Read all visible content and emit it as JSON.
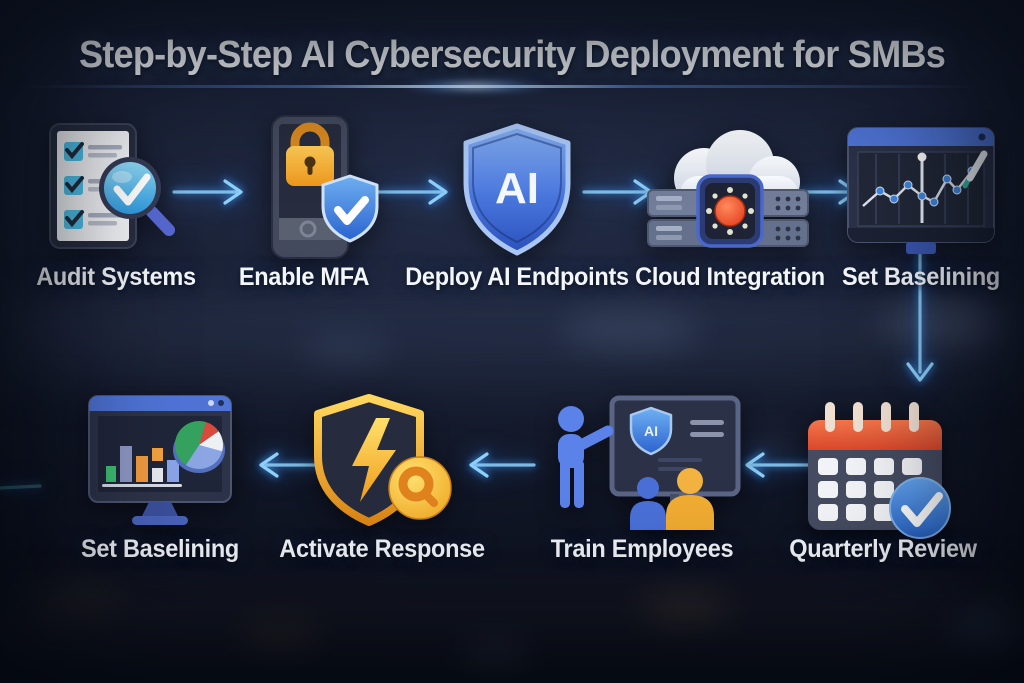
{
  "title": "Step-by-Step AI Cybersecurity Deployment for SMBs",
  "steps": [
    {
      "id": "audit-systems",
      "label": "Audit Systems",
      "icon": "checklist-magnifier-icon",
      "row": "top"
    },
    {
      "id": "enable-mfa",
      "label": "Enable MFA",
      "icon": "phone-lock-shield-icon",
      "row": "top"
    },
    {
      "id": "deploy-ai-endpoints",
      "label": "Deploy AI Endpoints",
      "icon": "ai-shield-icon",
      "row": "top"
    },
    {
      "id": "cloud-integration",
      "label": "Cloud Integration",
      "icon": "cloud-servers-icon",
      "row": "top"
    },
    {
      "id": "set-baselining-top",
      "label": "Set Baselining",
      "icon": "monitor-line-chart-icon",
      "row": "top"
    },
    {
      "id": "quarterly-review",
      "label": "Quarterly Review",
      "icon": "calendar-check-icon",
      "row": "bottom"
    },
    {
      "id": "train-employees",
      "label": "Train Employees",
      "icon": "training-presentation-icon",
      "row": "bottom"
    },
    {
      "id": "activate-response",
      "label": "Activate Response",
      "icon": "shield-lightning-icon",
      "row": "bottom"
    },
    {
      "id": "set-baselining-bottom",
      "label": "Set Baselining",
      "icon": "monitor-charts-icon",
      "row": "bottom"
    }
  ],
  "shield_badge_text": "AI",
  "flow": {
    "connections": [
      {
        "from": "Audit Systems",
        "to": "Enable MFA",
        "direction": "right"
      },
      {
        "from": "Enable MFA",
        "to": "Deploy AI Endpoints",
        "direction": "right"
      },
      {
        "from": "Deploy AI Endpoints",
        "to": "Cloud Integration",
        "direction": "right"
      },
      {
        "from": "Cloud Integration",
        "to": "Set Baselining",
        "direction": "right"
      },
      {
        "from": "Set Baselining",
        "to": "Quarterly Review",
        "direction": "down"
      },
      {
        "from": "Quarterly Review",
        "to": "Train Employees",
        "direction": "left"
      },
      {
        "from": "Train Employees",
        "to": "Activate Response",
        "direction": "left"
      },
      {
        "from": "Activate Response",
        "to": "Set Baselining",
        "direction": "left"
      }
    ]
  },
  "colors": {
    "background": "#141a2c",
    "title_text": "#f3f6fb",
    "label_text": "#f3f6fb",
    "arrow": "#8fd0fa",
    "arrow_glow": "#2f8fe8",
    "shield_blue": "#3f6fd8",
    "lock_gold": "#f5a82c",
    "response_gold": "#f0b23a",
    "calendar_red": "#e8563a",
    "check_teal": "#4fc0e8"
  }
}
